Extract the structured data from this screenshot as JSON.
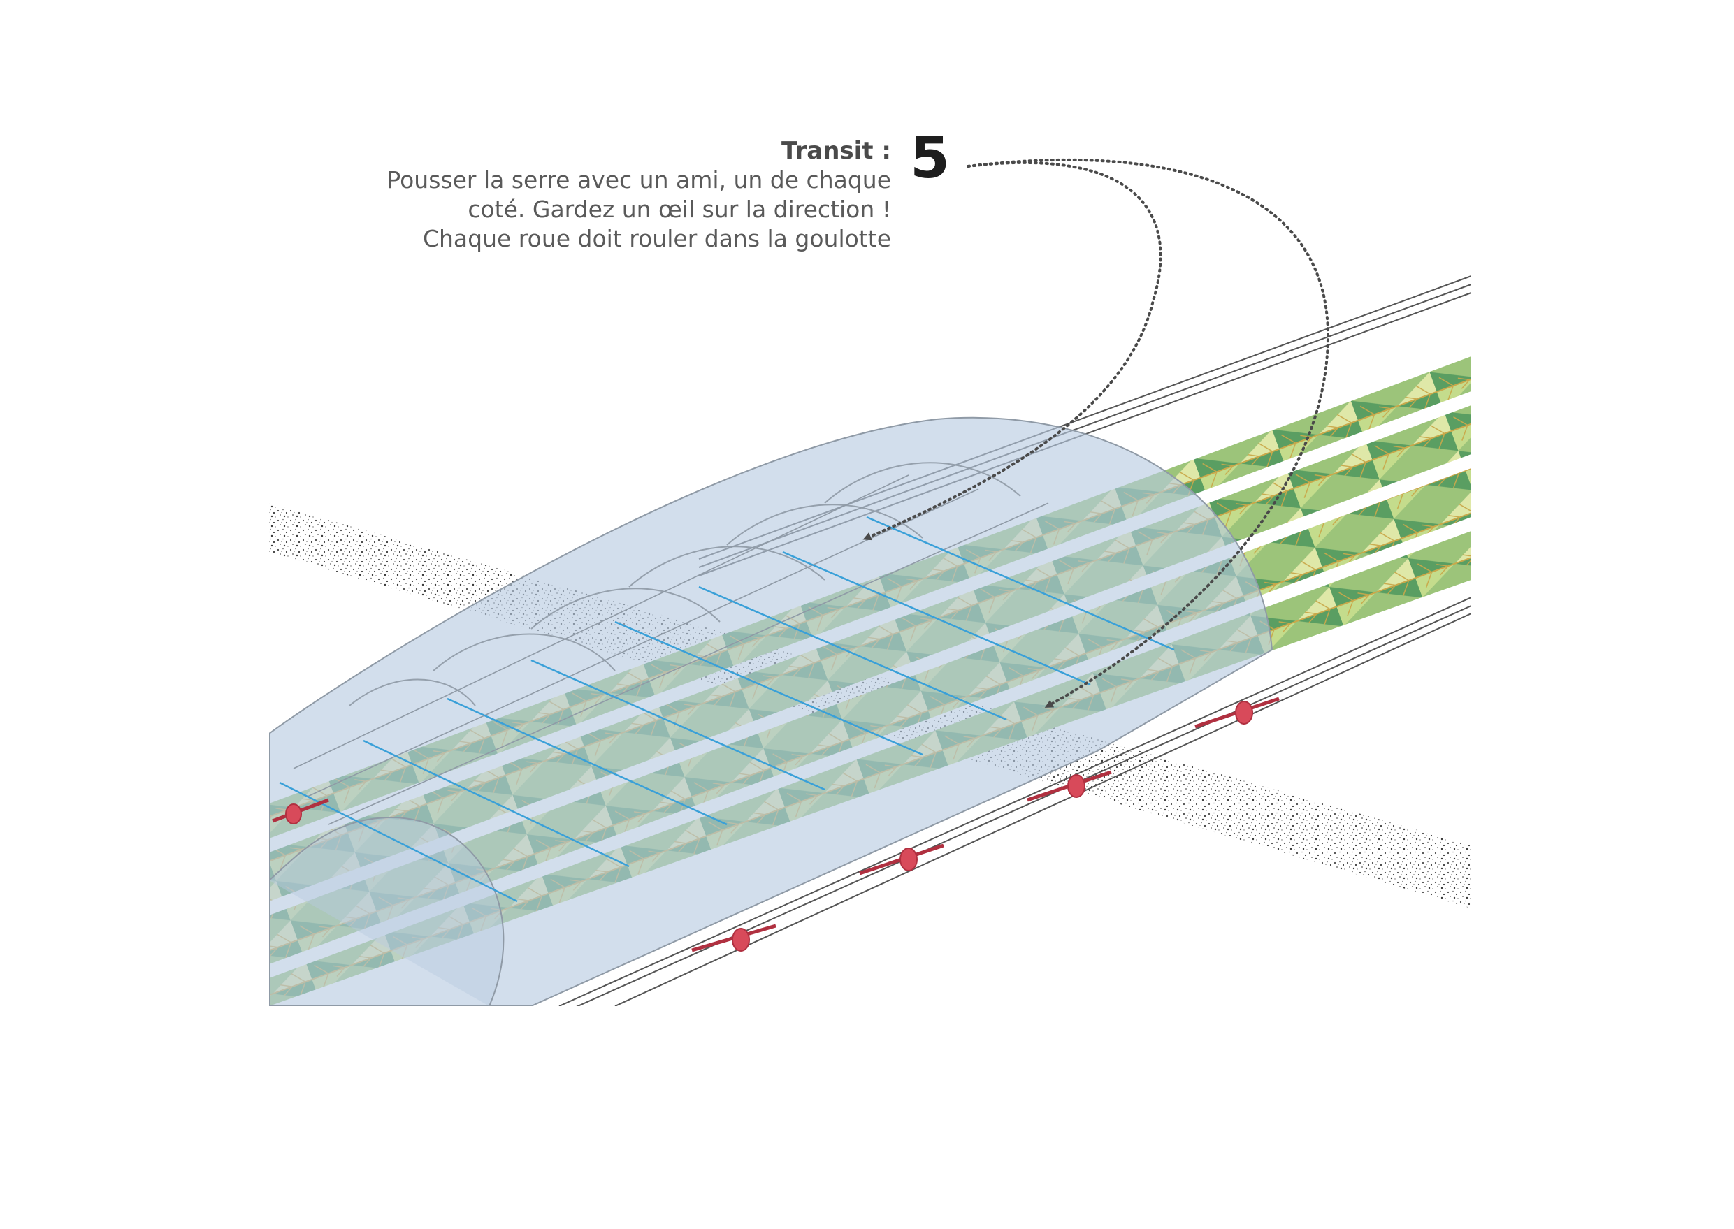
{
  "caption": {
    "title": "Transit :",
    "lines": [
      "Pousser la serre avec un ami, un de chaque",
      "coté. Gardez un œil sur la direction !",
      "Chaque roue doit rouler dans la goulotte"
    ]
  },
  "step_number": "5",
  "colors": {
    "text": "#5a5a5a",
    "leaf_dark": "#5a9e62",
    "leaf_light": "#dfe8a8",
    "leaf_mid": "#9cc47a",
    "leaf_vein": "#c9a84a",
    "greenhouse_film": "#b7c9e0",
    "greenhouse_frame": "#8f9aa6",
    "irrigation": "#3aa0d8",
    "wheel_frame": "#d84a5a",
    "rail": "#555555",
    "gravel": "#3a3a3a"
  },
  "icons": [
    "arrow-head-icon",
    "wheel-icon"
  ]
}
